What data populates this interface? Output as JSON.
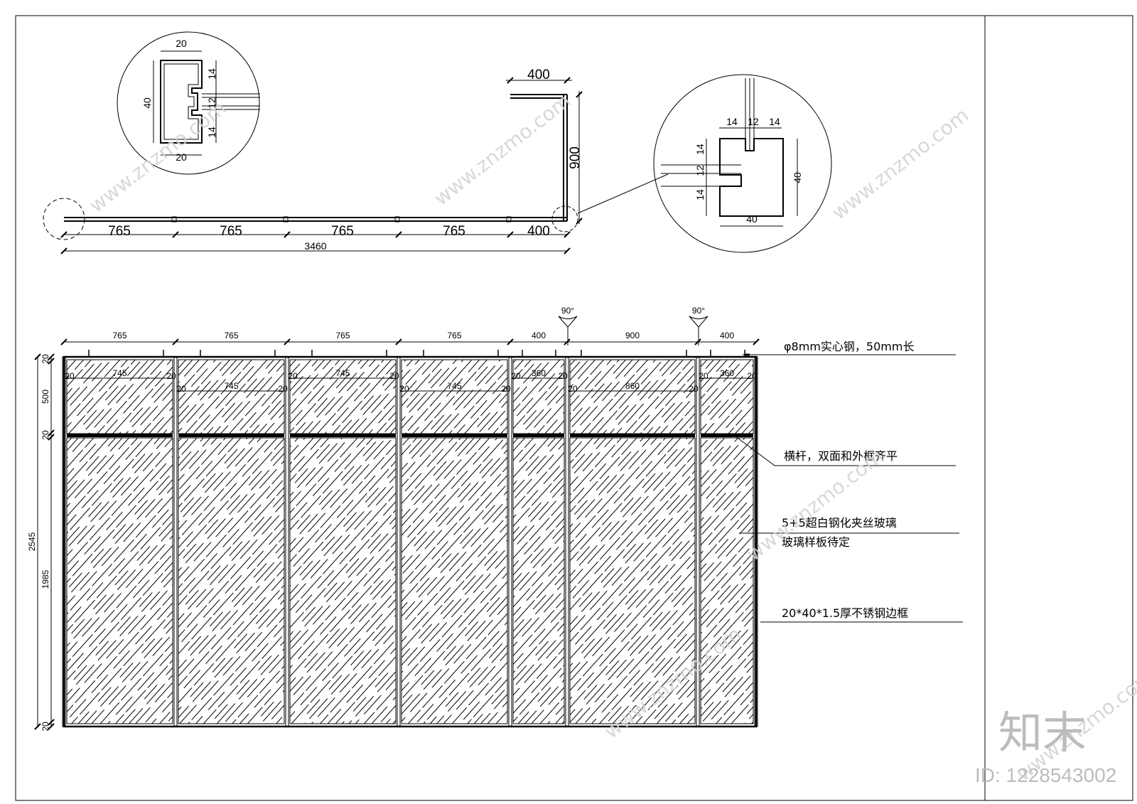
{
  "plan": {
    "segments": [
      "765",
      "765",
      "765",
      "765",
      "400"
    ],
    "total": "3460",
    "return_top": "400",
    "return_side": "900"
  },
  "detail_left": {
    "top": "20",
    "bottom": "20",
    "height": "40",
    "s1": "14",
    "s2": "12",
    "s3": "14"
  },
  "detail_right": {
    "t1": "14",
    "t2": "12",
    "t3": "14",
    "height": "40",
    "width": "40",
    "s1": "14",
    "s2": "12",
    "s3": "14"
  },
  "elevation": {
    "top_dims": [
      "765",
      "765",
      "765",
      "765",
      "400",
      "900",
      "400"
    ],
    "angles": [
      "90°",
      "90°"
    ],
    "inner_upper": [
      "745",
      "745",
      "745",
      "745",
      "360",
      "860",
      "360"
    ],
    "frame_20": "20",
    "left_dims": {
      "top": "20",
      "upper": "500",
      "mid": "20",
      "lower": "1985",
      "bottom": "20",
      "total": "2545"
    }
  },
  "notes": {
    "rod": "φ8mm实心钢，50mm长",
    "rail": "横杆，双面和外框齐平",
    "glass1": "5+5超白钢化夹丝玻璃",
    "glass2": "玻璃样板待定",
    "frame": "20*40*1.5厚不锈钢边框"
  },
  "watermark": {
    "brand": "知末",
    "id": "ID: 1228543002",
    "site": "www.znzmo.com"
  }
}
